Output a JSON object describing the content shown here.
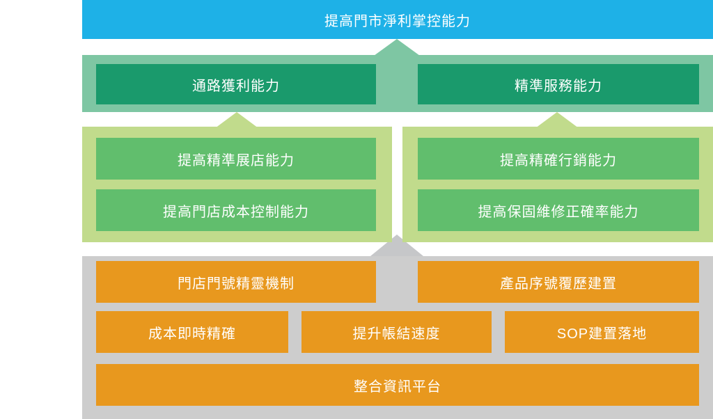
{
  "diagram_title": "提高門市淨利掌控能力",
  "colors": {
    "top_blue": "#1EB1E7",
    "band_green": "#7EC6A3",
    "dark_green": "#1A9A6C",
    "light_green_panel": "#C1DB8C",
    "mid_green": "#61BE6D",
    "orange": "#E8981E",
    "gray_band": "#CDCDCD",
    "gray_arrow": "#C6C7C9",
    "text": "#FFFFFF"
  },
  "level1": {
    "title": "提高門市淨利掌控能力"
  },
  "level2": {
    "items": [
      {
        "label": "通路獲利能力"
      },
      {
        "label": "精準服務能力"
      }
    ]
  },
  "level3": {
    "left": [
      {
        "label": "提高精準展店能力"
      },
      {
        "label": "提高門店成本控制能力"
      }
    ],
    "right": [
      {
        "label": "提高精確行銷能力"
      },
      {
        "label": "提高保固維修正確率能力"
      }
    ]
  },
  "level4": {
    "row1": [
      {
        "label": "門店門號精靈機制"
      },
      {
        "label": "產品序號覆歷建置"
      }
    ],
    "row2": [
      {
        "label": "成本即時精確"
      },
      {
        "label": "提升帳結速度"
      },
      {
        "label": "SOP建置落地"
      }
    ],
    "row3": [
      {
        "label": "整合資訊平台"
      }
    ]
  }
}
